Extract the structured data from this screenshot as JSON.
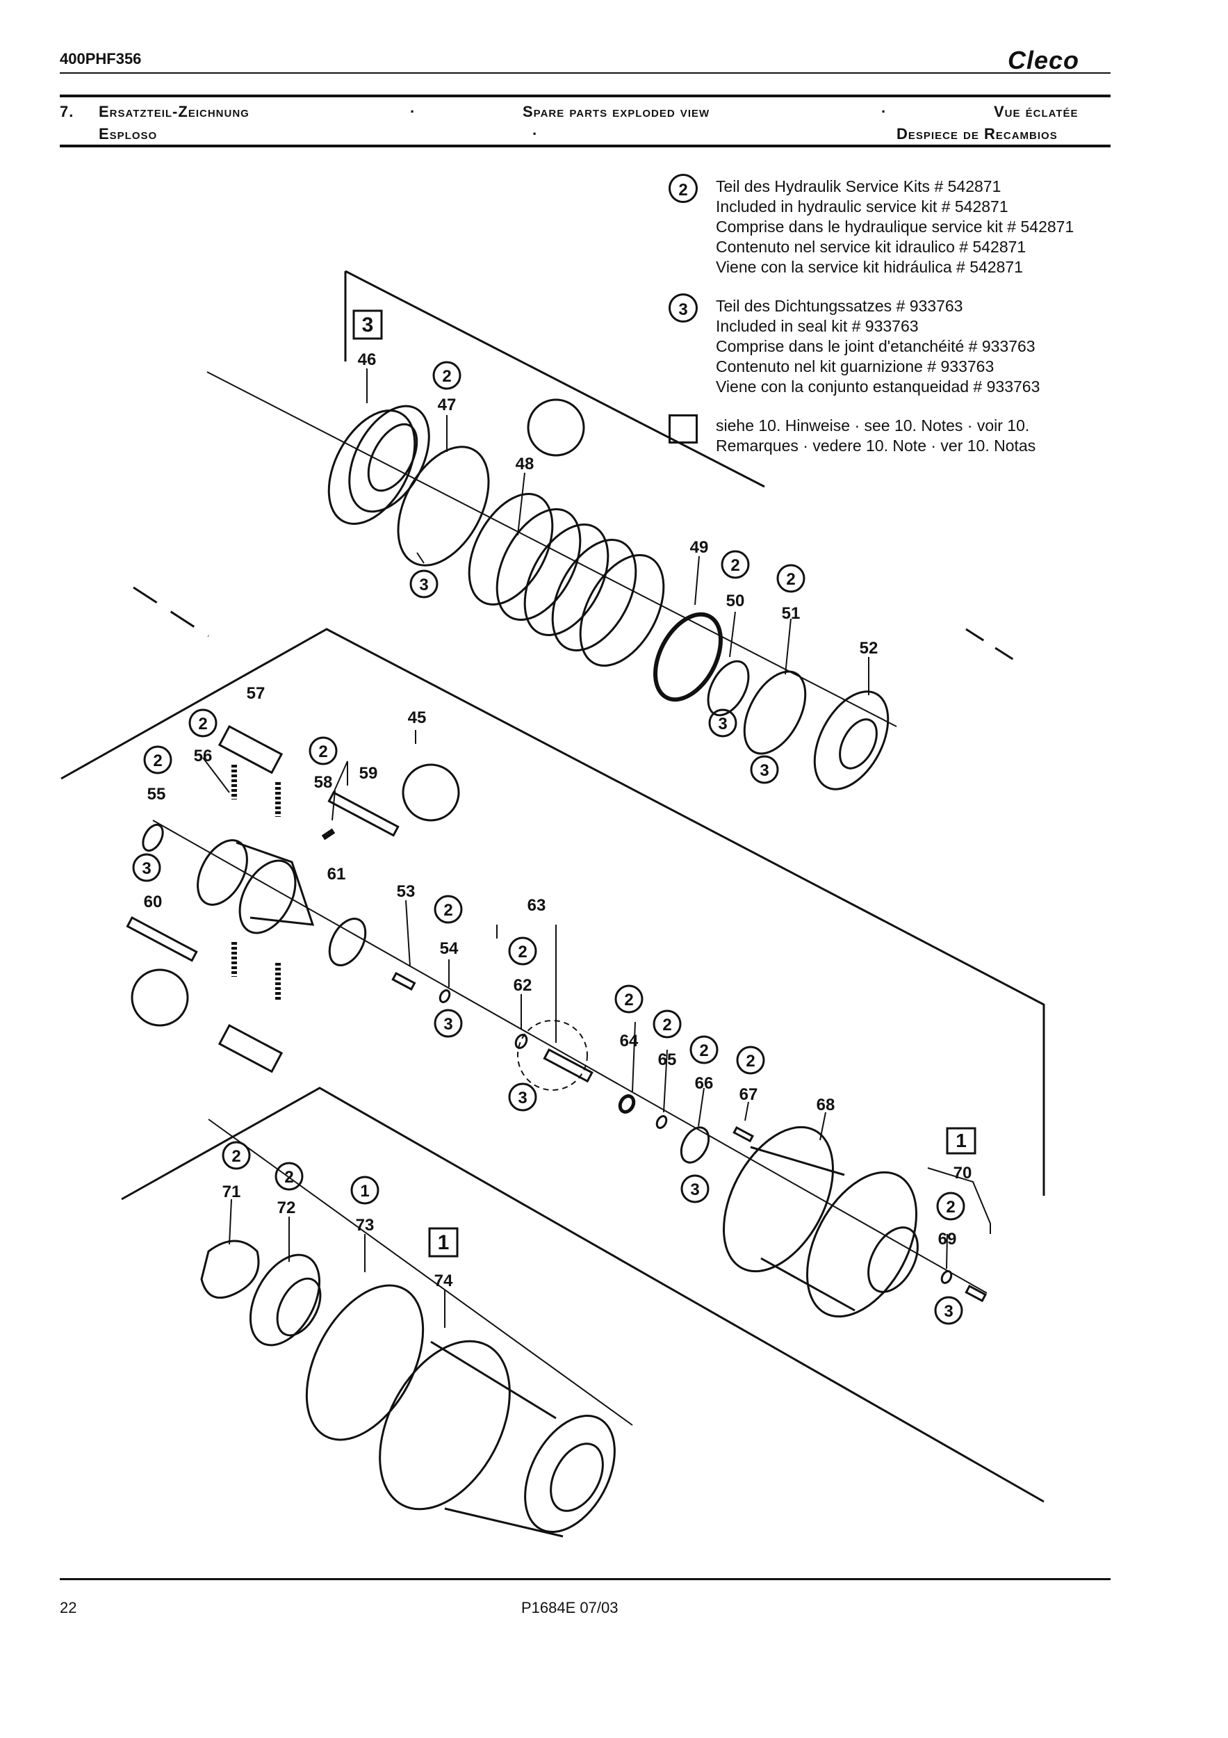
{
  "header": {
    "doc_code": "400PHF356",
    "brand": "Cleco",
    "section_number": "7.",
    "title_de": "Ersatzteil-Zeichnung",
    "title_en": "Spare parts exploded view",
    "title_fr": "Vue éclatée",
    "title_it": "Esploso",
    "title_es": "Despiece de Recambios",
    "separator": "·"
  },
  "legend": {
    "kit2": {
      "marker": "2",
      "lines": [
        "Teil des Hydraulik Service Kits # 542871",
        "Included in hydraulic service kit #  542871",
        "Comprise dans le hydraulique service kit #  542871",
        "Contenuto nel service kit idraulico #  542871",
        "Viene con la service kit hidráulica #  542871"
      ]
    },
    "kit3": {
      "marker": "3",
      "lines": [
        "Teil des Dichtungssatzes # 933763",
        "Included in seal kit # 933763",
        "Comprise dans le joint d'etanchéité # 933763",
        "Contenuto nel kit guarnizione # 933763",
        "Viene con la conjunto estanqueidad # 933763"
      ]
    },
    "notes": {
      "lines": [
        "siehe 10. Hinweise  ·  see 10. Notes  ·  voir 10.",
        "Remarques  ·  vedere 10. Note  ·  ver 10. Notas"
      ]
    }
  },
  "parts": {
    "p45": "45",
    "p46": "46",
    "p47": "47",
    "p48": "48",
    "p49": "49",
    "p50": "50",
    "p51": "51",
    "p52": "52",
    "p53": "53",
    "p54": "54",
    "p55": "55",
    "p56": "56",
    "p57": "57",
    "p58": "58",
    "p59": "59",
    "p60": "60",
    "p61": "61",
    "p62": "62",
    "p63": "63",
    "p64": "64",
    "p65": "65",
    "p66": "66",
    "p67": "67",
    "p68": "68",
    "p69": "69",
    "p70": "70",
    "p71": "71",
    "p72": "72",
    "p73": "73",
    "p74": "74"
  },
  "markers": {
    "m1": "1",
    "m2": "2",
    "m3": "3"
  },
  "footer": {
    "page": "22",
    "ref": "P1684E   07/03"
  }
}
